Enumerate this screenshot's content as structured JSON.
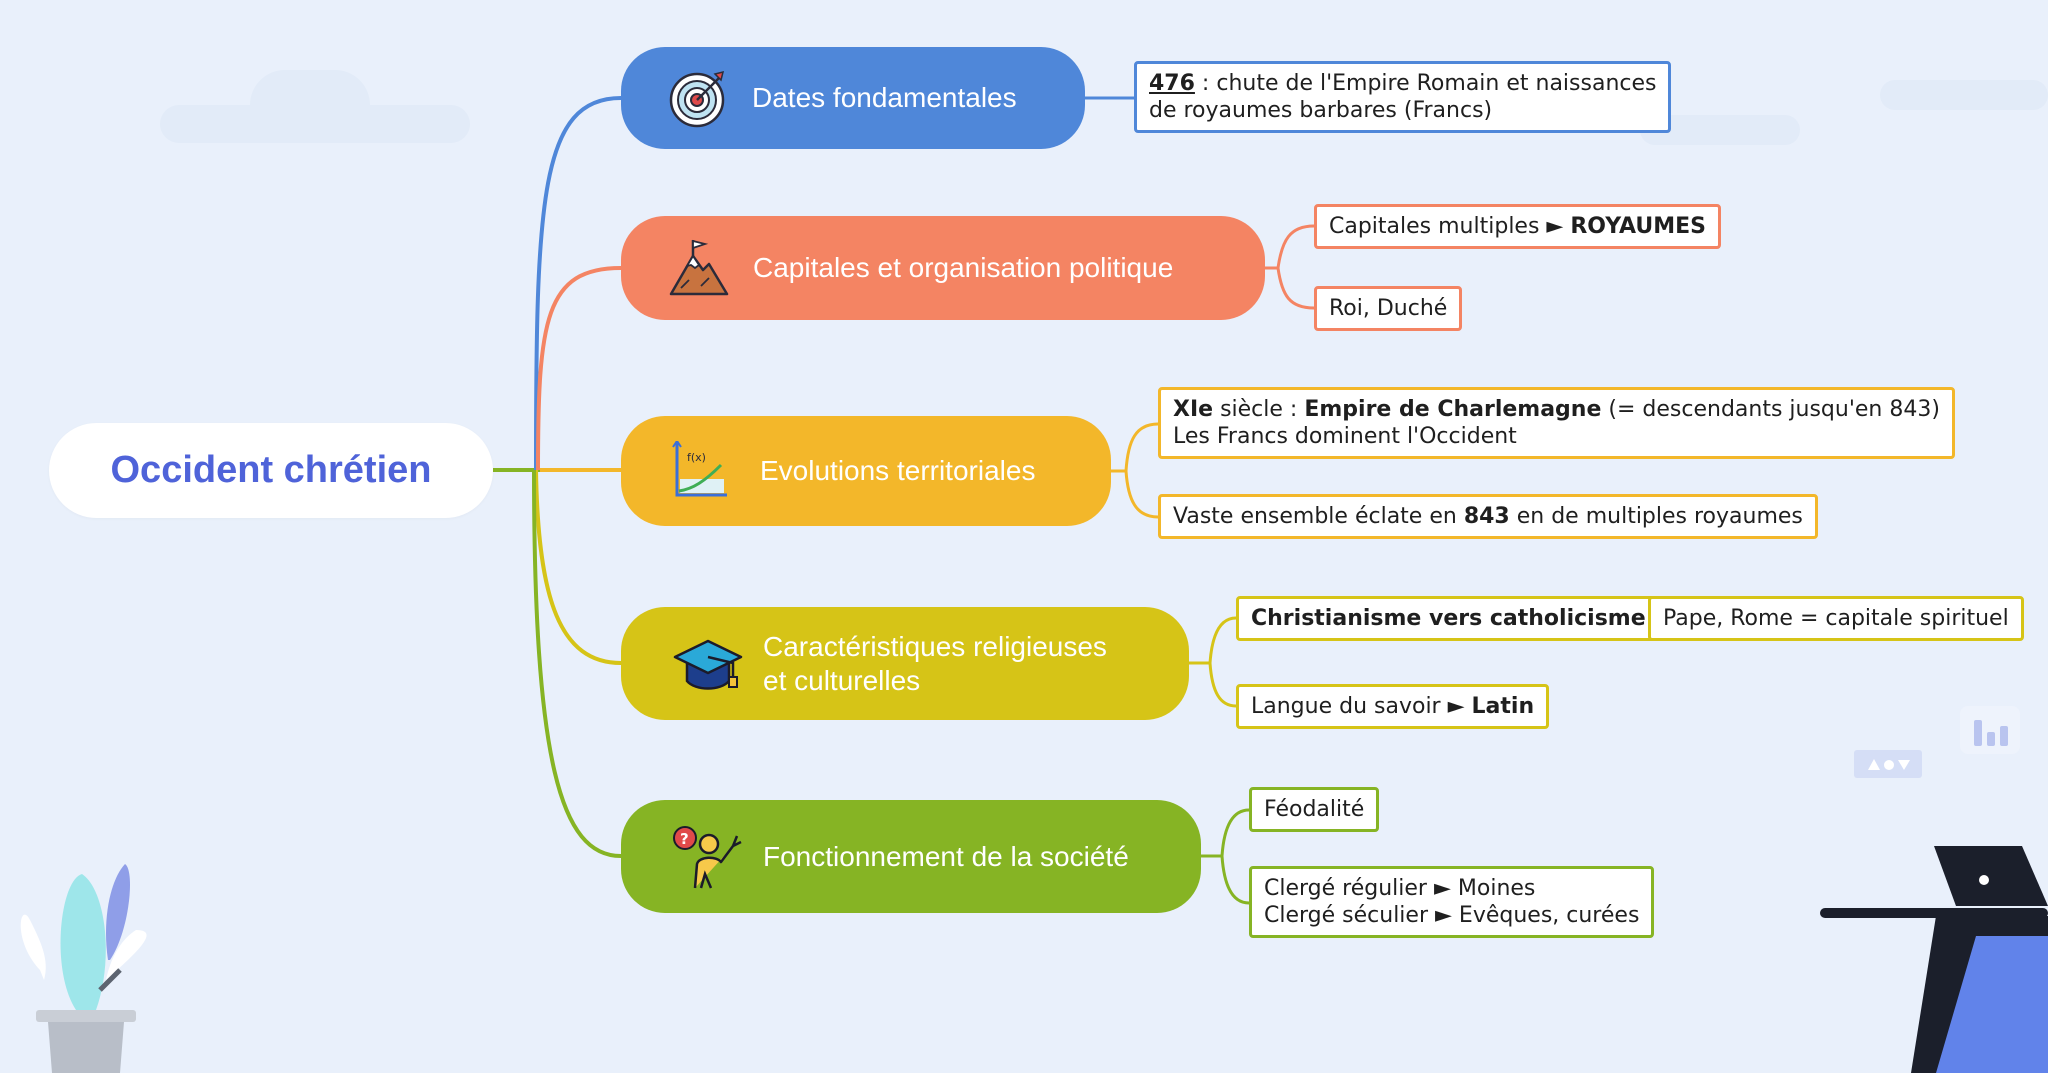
{
  "colors": {
    "background": "#e9f0fb",
    "root_text": "#4f63d9",
    "dates": "#4f87d9",
    "capitales": "#f48463",
    "evolutions": "#f3b72a",
    "religieuses": "#d6c417",
    "societe": "#86b424",
    "root_link": "#86b424"
  },
  "root": {
    "title": "Occident chrétien"
  },
  "branches": {
    "dates": {
      "label": "Dates fondamentales",
      "icon": "target-icon"
    },
    "capitales": {
      "label": "Capitales et organisation politique",
      "icon": "mountain-flag-icon"
    },
    "evolutions": {
      "label": "Evolutions territoriales",
      "icon": "function-graph-icon"
    },
    "religieuses": {
      "label_line1": "Caractéristiques religieuses",
      "label_line2": "et culturelles",
      "icon": "graduation-cap-icon"
    },
    "societe": {
      "label": "Fonctionnement de la société",
      "icon": "person-question-icon"
    }
  },
  "leaves": {
    "dates_1": {
      "year": "476",
      "colon": " : ",
      "line1": "chute de l'Empire Romain et naissances",
      "line2": "de royaumes barbares (Francs)"
    },
    "capitales_1": {
      "text": "Capitales multiples",
      "arrow": " ► ",
      "bold": "ROYAUMES"
    },
    "capitales_2": {
      "text": "Roi, Duché"
    },
    "evolutions_1": {
      "bold1": "XIe",
      "text1": " siècle : ",
      "bold2": "Empire de Charlemagne",
      "text2": " (= descendants jusqu'en 843)",
      "line2": "Les Francs dominent l'Occident"
    },
    "evolutions_2": {
      "text1": "Vaste ensemble éclate en ",
      "bold": "843",
      "text2": " en de multiples royaumes"
    },
    "religieuses_1": {
      "bold": "Christianisme vers catholicisme"
    },
    "religieuses_1_1": {
      "text": "Pape, Rome = capitale spirituel"
    },
    "religieuses_2": {
      "text": "Langue du savoir",
      "arrow": " ► ",
      "bold": "Latin"
    },
    "societe_1": {
      "text": "Féodalité"
    },
    "societe_2": {
      "line1a": "Clergé régulier",
      "arrow1": " ► ",
      "line1b": "Moines",
      "line2a": "Clergé séculier",
      "arrow2": " ► ",
      "line2b": "Evêques, curées"
    }
  }
}
